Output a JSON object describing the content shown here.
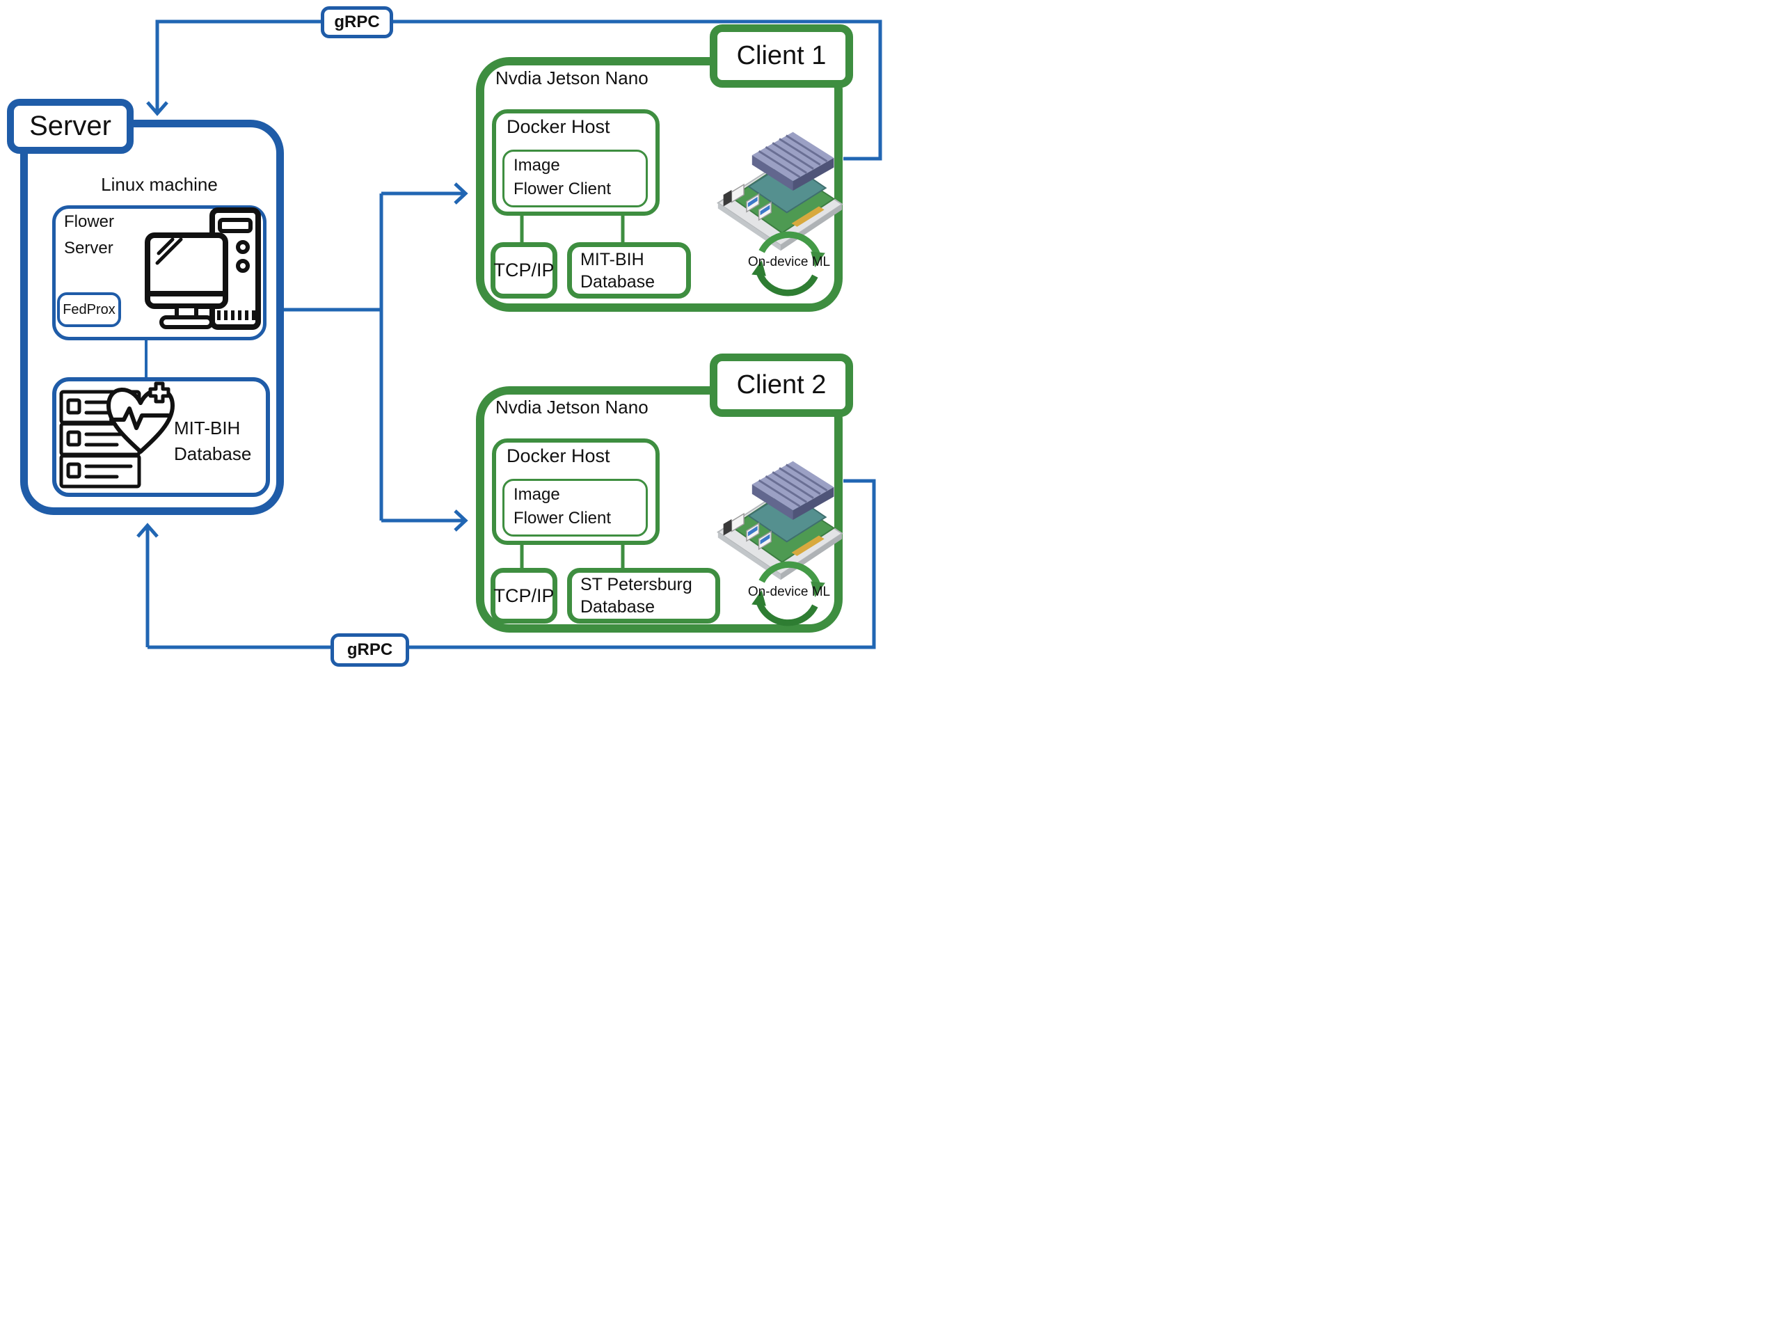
{
  "colors": {
    "blue_border": "#1f5ca8",
    "blue_line": "#2166b3",
    "green_border": "#3e8e40",
    "green_arrow_dark": "#2e7d32",
    "green_arrow_light": "#449a47",
    "text": "#111111"
  },
  "grpc_top": {
    "label": "gRPC"
  },
  "grpc_bottom": {
    "label": "gRPC"
  },
  "server": {
    "title": "Server",
    "machine_label": "Linux machine",
    "flower_box": {
      "line1": "Flower",
      "line2": "Server",
      "fedprox": "FedProx"
    },
    "database_box": {
      "line1": "MIT-BIH",
      "line2": "Database"
    }
  },
  "clients": [
    {
      "title": "Client 1",
      "device": "Nvdia Jetson Nano",
      "docker": "Docker Host",
      "image_line1": "Image",
      "image_line2": "Flower Client",
      "protocol": "TCP/IP",
      "database_line1": "MIT-BIH",
      "database_line2": "Database",
      "ml_label": "On-device ML"
    },
    {
      "title": "Client 2",
      "device": "Nvdia Jetson Nano",
      "docker": "Docker Host",
      "image_line1": "Image",
      "image_line2": "Flower Client",
      "protocol": "TCP/IP",
      "database_line1": "ST Petersburg",
      "database_line2": "Database",
      "ml_label": "On-device ML"
    }
  ]
}
